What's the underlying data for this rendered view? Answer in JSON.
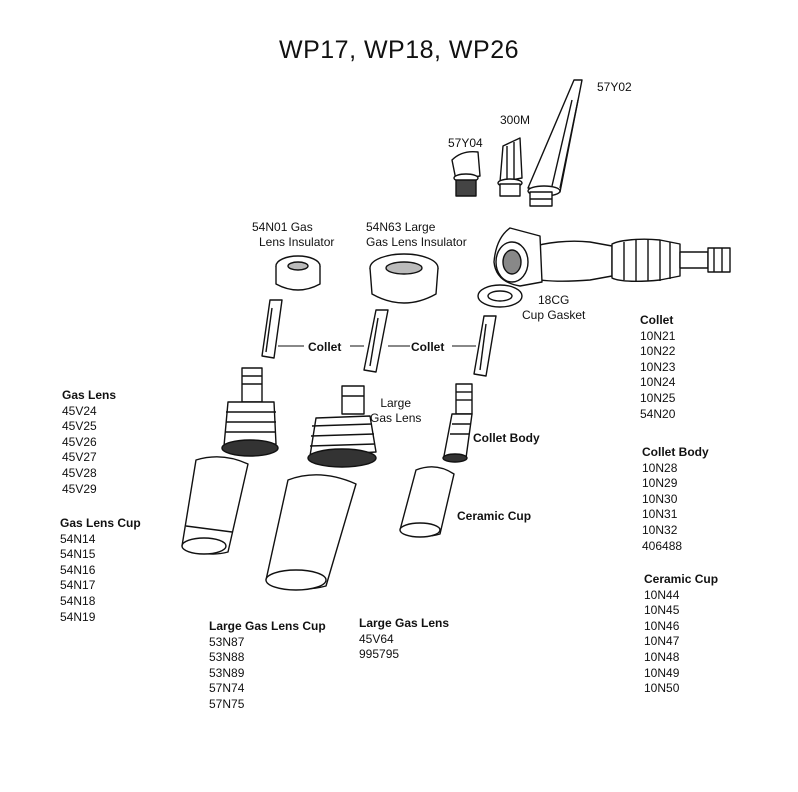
{
  "title": "WP17, WP18, WP26",
  "labels": {
    "p57y02": "57Y02",
    "p300m": "300M",
    "p57y04": "57Y04",
    "insulator1": [
      "54N01 Gas",
      "Lens Insulator"
    ],
    "insulator2": [
      "54N63 Large",
      "Gas Lens Insulator"
    ],
    "gasket": [
      "18CG",
      "Cup Gasket"
    ],
    "collet1": "Collet",
    "collet2": "Collet",
    "large_gas_lens": [
      "Large",
      "Gas Lens"
    ],
    "collet_body": "Collet Body",
    "ceramic_cup": "Ceramic Cup"
  },
  "lists": {
    "gas_lens": {
      "heading": "Gas Lens",
      "items": [
        "45V24",
        "45V25",
        "45V26",
        "45V27",
        "45V28",
        "45V29"
      ]
    },
    "gas_lens_cup": {
      "heading": "Gas Lens Cup",
      "items": [
        "54N14",
        "54N15",
        "54N16",
        "54N17",
        "54N18",
        "54N19"
      ]
    },
    "large_gas_lens_cup": {
      "heading": "Large Gas Lens Cup",
      "items": [
        "53N87",
        "53N88",
        "53N89",
        "57N74",
        "57N75"
      ]
    },
    "large_gas_lens": {
      "heading": "Large Gas Lens",
      "items": [
        "45V64",
        "995795"
      ]
    },
    "collet": {
      "heading": "Collet",
      "items": [
        "10N21",
        "10N22",
        "10N23",
        "10N24",
        "10N25",
        "54N20"
      ]
    },
    "collet_body": {
      "heading": "Collet Body",
      "items": [
        "10N28",
        "10N29",
        "10N30",
        "10N31",
        "10N32",
        "406488"
      ]
    },
    "ceramic_cup": {
      "heading": "Ceramic Cup",
      "items": [
        "10N44",
        "10N45",
        "10N46",
        "10N47",
        "10N48",
        "10N49",
        "10N50"
      ]
    }
  }
}
